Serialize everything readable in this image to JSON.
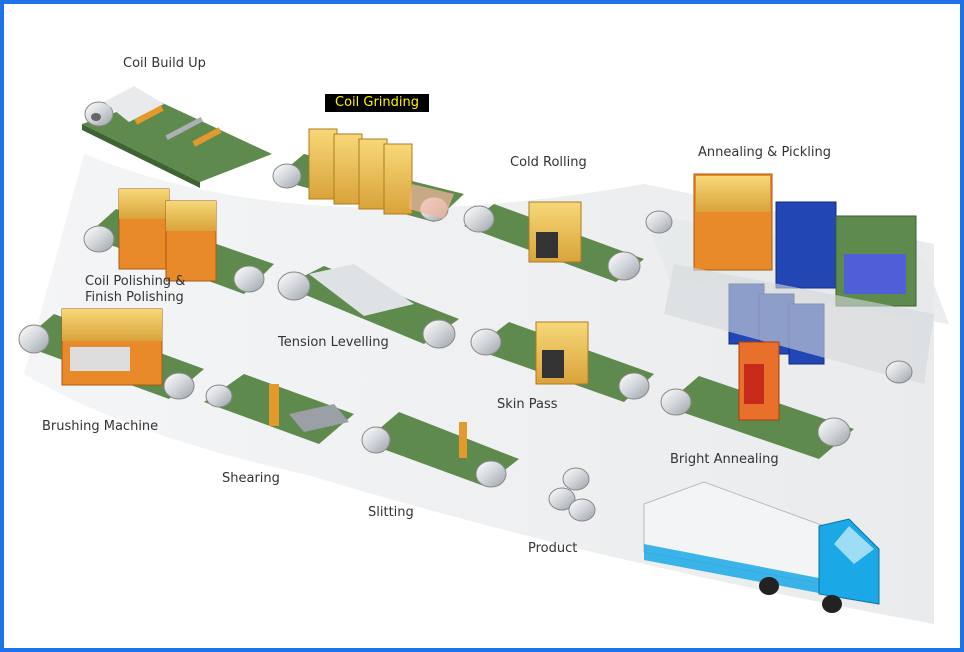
{
  "colors": {
    "frame": "#1e73e8",
    "plate": "#5f8a4e",
    "steel": "#d4d7da",
    "gold": "#f0c24e",
    "blue": "#2346b5",
    "truck_cab": "#1aa8e6",
    "highlight_bg": "#000000",
    "highlight_text": "#fff200"
  },
  "stations": [
    {
      "id": "coil-build-up",
      "label": "Coil Build Up"
    },
    {
      "id": "coil-grinding",
      "label": "Coil Grinding",
      "highlighted": true
    },
    {
      "id": "cold-rolling",
      "label": "Cold Rolling"
    },
    {
      "id": "annealing-pickling",
      "label": "Annealing & Pickling"
    },
    {
      "id": "coil-polishing",
      "label": "Coil Polishing &",
      "label2": "Finish Polishing"
    },
    {
      "id": "tension-levelling",
      "label": "Tension Levelling"
    },
    {
      "id": "brushing-machine",
      "label": "Brushing Machine"
    },
    {
      "id": "skin-pass",
      "label": "Skin Pass"
    },
    {
      "id": "bright-annealing",
      "label": "Bright Annealing"
    },
    {
      "id": "shearing",
      "label": "Shearing"
    },
    {
      "id": "slitting",
      "label": "Slitting"
    },
    {
      "id": "product",
      "label": "Product"
    }
  ]
}
